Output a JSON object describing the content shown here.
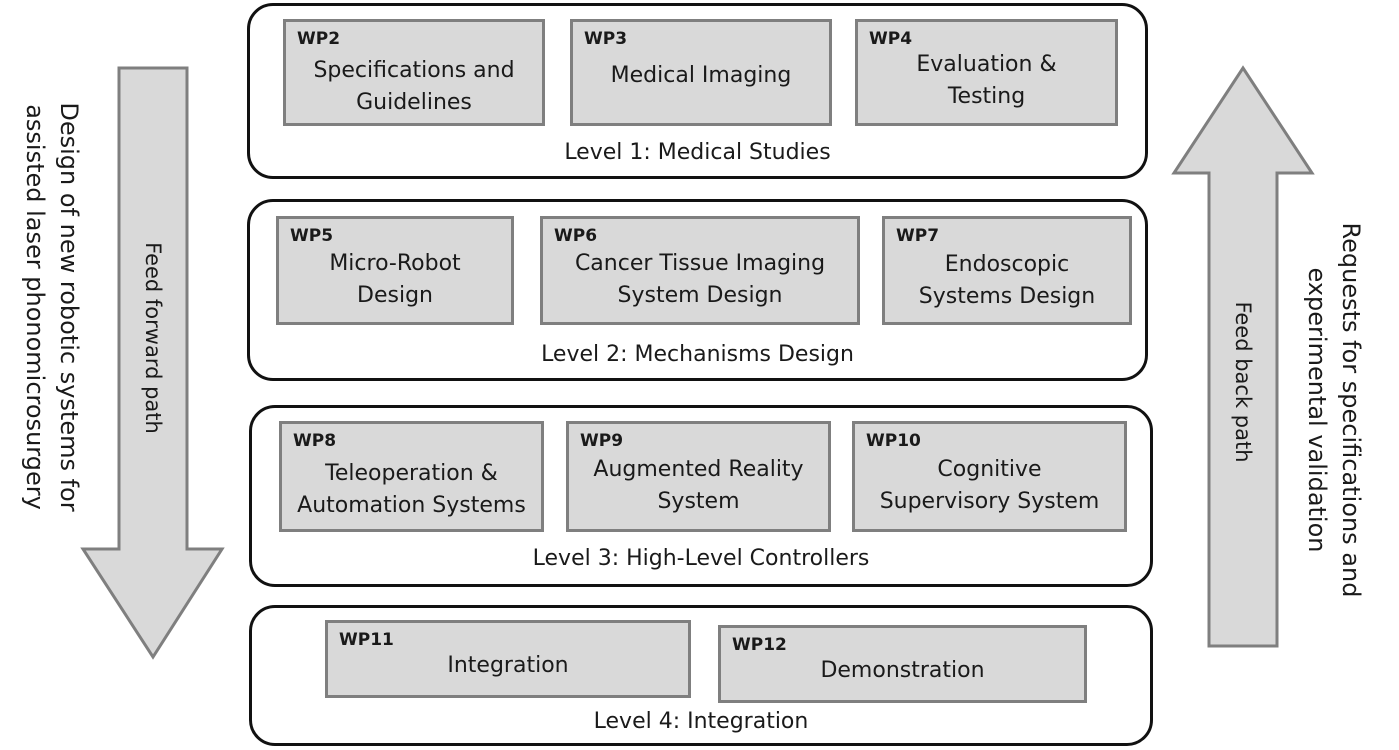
{
  "levels": [
    {
      "label": "Level 1: Medical Studies",
      "wps": [
        {
          "id": "WP2",
          "title": "Specifications and\nGuidelines"
        },
        {
          "id": "WP3",
          "title": "Medical Imaging"
        },
        {
          "id": "WP4",
          "title": "Evaluation &\nTesting"
        }
      ]
    },
    {
      "label": "Level 2: Mechanisms Design",
      "wps": [
        {
          "id": "WP5",
          "title": "Micro-Robot\nDesign"
        },
        {
          "id": "WP6",
          "title": "Cancer Tissue Imaging\nSystem Design"
        },
        {
          "id": "WP7",
          "title": "Endoscopic\nSystems Design"
        }
      ]
    },
    {
      "label": "Level 3: High-Level Controllers",
      "wps": [
        {
          "id": "WP8",
          "title": "Teleoperation &\nAutomation Systems"
        },
        {
          "id": "WP9",
          "title": "Augmented Reality\nSystem"
        },
        {
          "id": "WP10",
          "title": "Cognitive\nSupervisory System"
        }
      ]
    },
    {
      "label": "Level 4: Integration",
      "wps": [
        {
          "id": "WP11",
          "title": "Integration"
        },
        {
          "id": "WP12",
          "title": "Demonstration"
        }
      ]
    }
  ],
  "left_side_text": "Design of new robotic systems for\nassisted laser phonomicrosurgery",
  "feed_forward_label": "Feed forward path",
  "feed_back_label": "Feed back path",
  "right_side_text": "Requests for specifications and\nexperimental validation",
  "colors": {
    "box_fill": "#d9d9d9",
    "box_border": "#7f7f7f",
    "arrow_fill": "#d9d9d9",
    "arrow_stroke": "#7f7f7f",
    "level_border": "#111111"
  }
}
